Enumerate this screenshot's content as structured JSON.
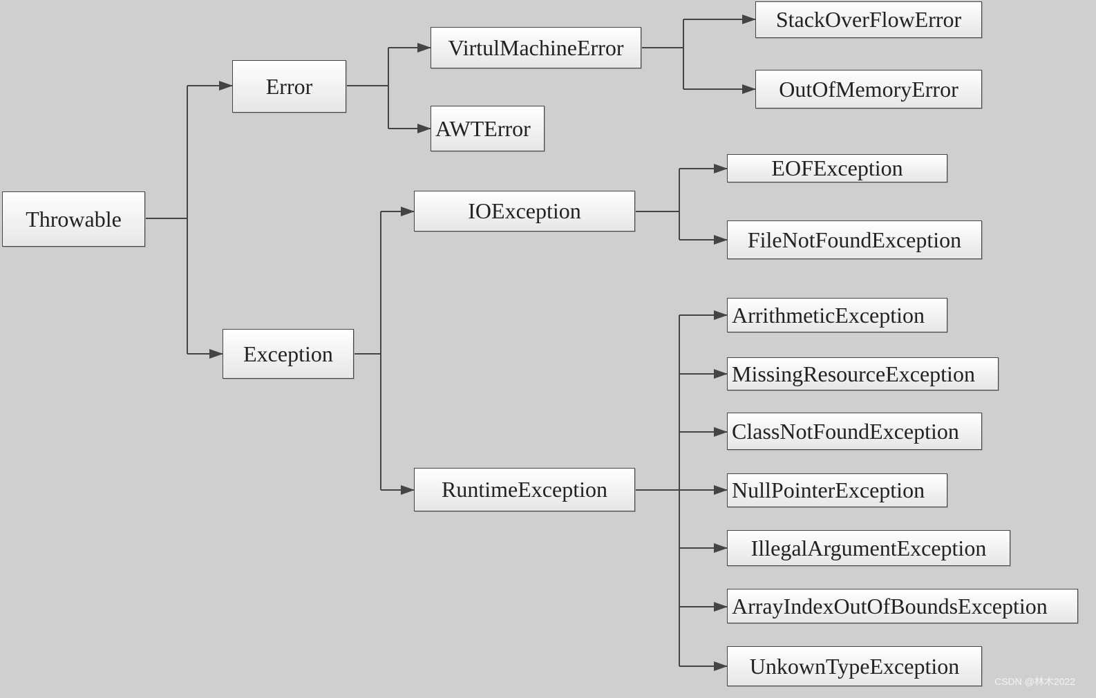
{
  "nodes": {
    "throwable": "Throwable",
    "error": "Error",
    "exception": "Exception",
    "virtual_machine_error": "VirtulMachineError",
    "awt_error": "AWTError",
    "stack_overflow_error": "StackOverFlowError",
    "out_of_memory_error": "OutOfMemoryError",
    "io_exception": "IOException",
    "runtime_exception": "RuntimeException",
    "eof_exception": "EOFException",
    "file_not_found_exception": "FileNotFoundException",
    "arithmetic_exception": "ArrithmeticException",
    "missing_resource_exception": "MissingResourceException",
    "class_not_found_exception": "ClassNotFoundException",
    "null_pointer_exception": "NullPointerException",
    "illegal_argument_exception": "IllegalArgumentException",
    "array_index_out_of_bounds_exception": "ArrayIndexOutOfBoundsException",
    "unkown_type_exception": "UnkownTypeException"
  },
  "watermark": "CSDN @林木2022",
  "colors": {
    "background": "#cfcfcf",
    "line": "#444444",
    "box_fill": "#f2f2f2"
  }
}
